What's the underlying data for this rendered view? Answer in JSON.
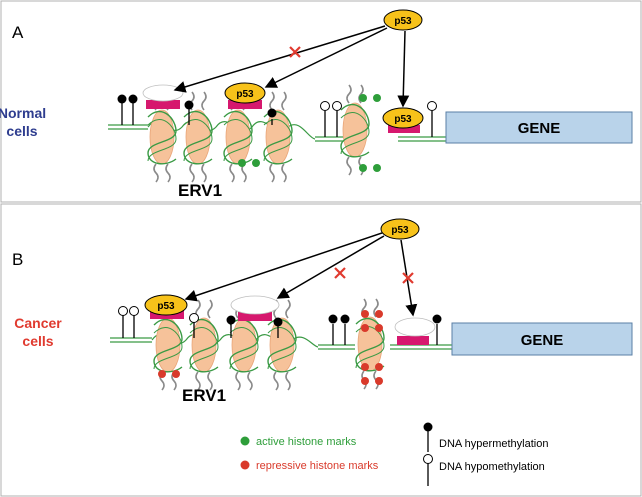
{
  "panels": [
    {
      "letter": "A",
      "cell_label_line1": "Normal",
      "cell_label_line2": "cells",
      "erv_label": "ERV1",
      "gene_label": "GENE",
      "p53_labels": [
        "p53",
        "p53",
        "p53"
      ]
    },
    {
      "letter": "B",
      "cell_label_line1": "Cancer",
      "cell_label_line2": "cells",
      "erv_label": "ERV1",
      "gene_label": "GENE",
      "p53_labels": [
        "p53",
        "p53"
      ]
    }
  ],
  "legend": {
    "active": "active histone marks",
    "repressive": "repressive histone marks",
    "hyper": "DNA hypermethylation",
    "hypo": "DNA hypomethylation"
  },
  "colors": {
    "normal_label": "#2e3d8f",
    "cancer_label": "#e03a2f",
    "active_mark": "#2e9e3a",
    "repressive_mark": "#d93a2b",
    "active_legend_text": "#2e9e3a",
    "repressive_legend_text": "#d93a2b",
    "p53": "#f7c21a",
    "gene_box": "#b9d3ea",
    "nucleosome": "#f6c29a",
    "dna": "#2e9e3a",
    "binding_site": "#d6186e"
  }
}
